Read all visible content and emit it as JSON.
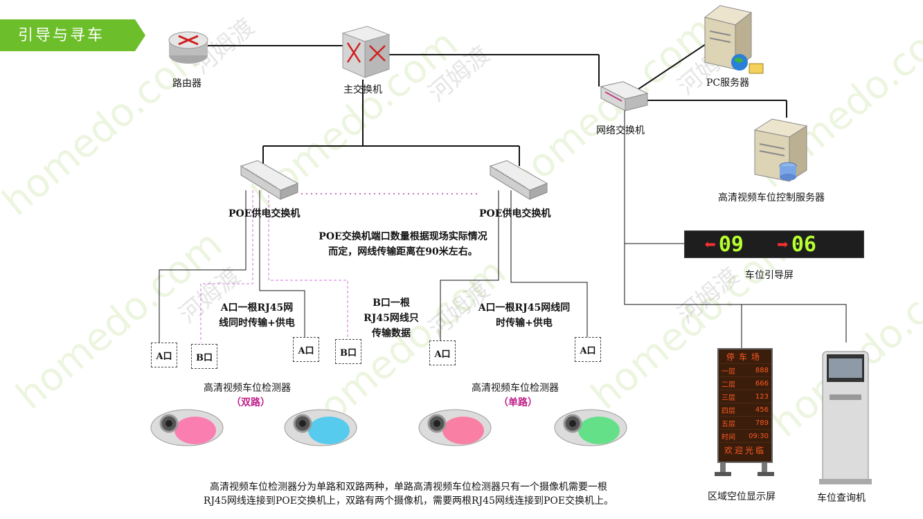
{
  "header": {
    "title": "引导与寻车"
  },
  "devices": {
    "router": "路由器",
    "main_switch": "主交换机",
    "network_switch": "网络交换机",
    "pc_server": "PC服务器",
    "control_server": "高清视频车位控制服务器",
    "poe_left": "POE供电交换机",
    "poe_right": "POE供电交换机",
    "guide_screen": "车位引导屏",
    "zone_display": "区域空位显示屏",
    "query_kiosk": "车位查询机"
  },
  "notes": {
    "poe_note_line1": "POE交换机端口数量根据现场实际情况",
    "poe_note_line2": "而定，网线传输距离在90米左右。",
    "a_port_left_line1": "A口一根RJ45网",
    "a_port_left_line2": "线同时传输+供电",
    "b_port_line1": "B口一根",
    "b_port_line2": "RJ45网线只",
    "b_port_line3": "传输数据",
    "a_port_right_line1": "A口一根RJ45网线同",
    "a_port_right_line2": "时传输+供电"
  },
  "ports": {
    "p1": "A口",
    "p2": "B口",
    "p3": "A口",
    "p4": "B口",
    "p5": "A口",
    "p6": "A口"
  },
  "detectors": {
    "left_title": "高清视频车位检测器",
    "left_sub": "（双路）",
    "right_title": "高清视频车位检测器",
    "right_sub": "（单路）",
    "colors": [
      "#ff6fa8",
      "#3fc8f0",
      "#ff6f9a",
      "#4fe07a"
    ]
  },
  "guide_screen_display": {
    "left_arrow": "⬅",
    "left_num": "09",
    "right_arrow": "➡",
    "right_num": "06"
  },
  "zone_board": {
    "header": "停车场",
    "rows": [
      {
        "floor": "一层",
        "count": "888"
      },
      {
        "floor": "二层",
        "count": "666"
      },
      {
        "floor": "三层",
        "count": "123"
      },
      {
        "floor": "四层",
        "count": "456"
      },
      {
        "floor": "五层",
        "count": "789"
      },
      {
        "floor": "时间",
        "count": "09:30"
      }
    ],
    "welcome": "欢迎光临"
  },
  "footer": {
    "line1": "高清视频车位检测器分为单路和双路两种，单路高清视频车位检测器只有一个摄像机需要一根",
    "line2": "RJ45网线连接到POE交换机上，双路有两个摄像机，需要两根RJ45网线连接到POE交换机上。"
  },
  "watermarks": {
    "text": "homedo.com",
    "cn": "河姆渡"
  },
  "colors": {
    "tab_green": "#6cbf2a",
    "dashed_pink": "#d070d8",
    "poe_dots": "#c070c0"
  }
}
